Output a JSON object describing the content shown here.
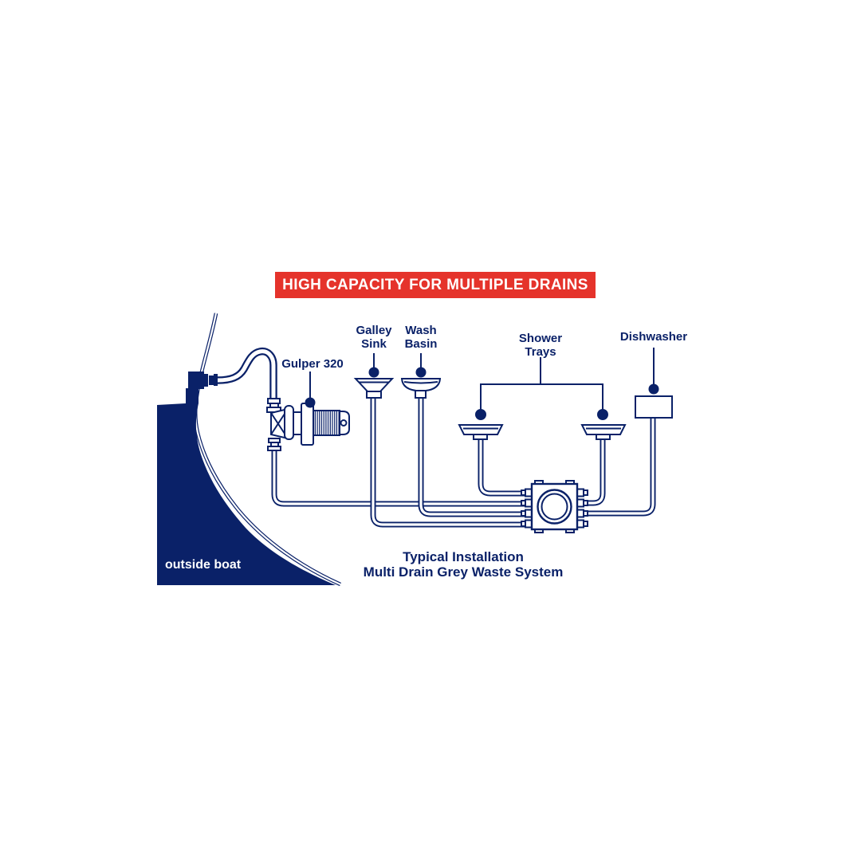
{
  "banner": {
    "label": "HIGH CAPACITY FOR MULTIPLE DRAINS"
  },
  "colors": {
    "navy": "#0a2168",
    "red": "#e5332b",
    "white": "#ffffff"
  },
  "nodes": {
    "pump": {
      "label": "Gulper 320"
    },
    "galley_sink": {
      "label": "Galley\nSink"
    },
    "wash_basin": {
      "label": "Wash\nBasin"
    },
    "shower_trays": {
      "label": "Shower\nTrays"
    },
    "dishwasher": {
      "label": "Dishwasher"
    },
    "outside_boat": {
      "label": "outside boat"
    }
  },
  "caption": {
    "label": "Typical Installation\nMulti Drain Grey Waste System"
  },
  "icons": [
    "boat-hull-icon",
    "through-hull-fitting-icon",
    "discharge-hose-loop-icon",
    "pump-icon",
    "galley-sink-drain-icon",
    "wash-basin-drain-icon",
    "shower-tray-left-icon",
    "shower-tray-right-icon",
    "dishwasher-box-icon",
    "manifold-icon",
    "pointer-dot-icon"
  ]
}
